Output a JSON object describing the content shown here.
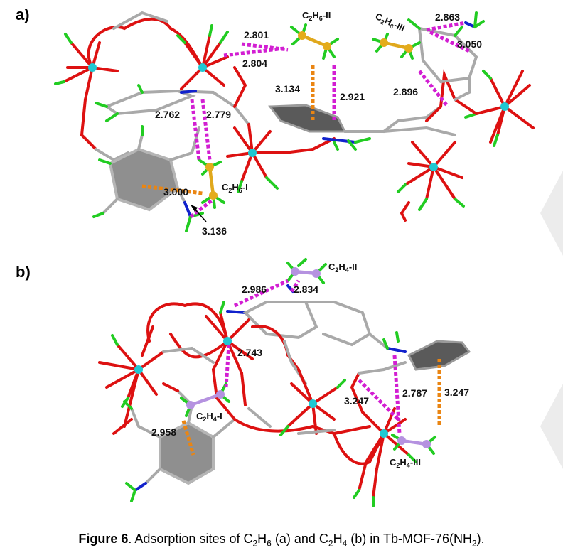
{
  "panel_a": {
    "label": "a)",
    "molecules": {
      "site1": {
        "main": "C",
        "s1": "2",
        "mid": "H",
        "s2": "6",
        "suffix": "-I"
      },
      "site2": {
        "main": "C",
        "s1": "2",
        "mid": "H",
        "s2": "6",
        "suffix": "-II"
      },
      "site3": {
        "main": "C",
        "s1": "2",
        "mid": "H",
        "s2": "6",
        "suffix": "-III"
      }
    },
    "distances": [
      "2.801",
      "2.804",
      "2.863",
      "3.050",
      "3.134",
      "2.921",
      "2.896",
      "2.762",
      "2.779",
      "3.000",
      "3.136"
    ]
  },
  "panel_b": {
    "label": "b)",
    "molecules": {
      "site1": {
        "main": "C",
        "s1": "2",
        "mid": "H",
        "s2": "4",
        "suffix": "-I"
      },
      "site2": {
        "main": "C",
        "s1": "2",
        "mid": "H",
        "s2": "4",
        "suffix": "-II"
      },
      "site3": {
        "main": "C",
        "s1": "2",
        "mid": "H",
        "s2": "4",
        "suffix": "-III"
      }
    },
    "distances": [
      "2.986",
      "2.834",
      "2.743",
      "3.247",
      "2.787",
      "3.247",
      "2.958"
    ]
  },
  "caption": {
    "figure_label": "Figure 6",
    "part1": ". Adsorption sites of C",
    "sub1": "2",
    "part2": "H",
    "sub2": "6",
    "part3": " (a) and C",
    "sub3": "2",
    "part4": "H",
    "sub4": "4",
    "part5": " (b) in Tb-MOF-76(NH",
    "sub5": "2",
    "part6": ")."
  }
}
